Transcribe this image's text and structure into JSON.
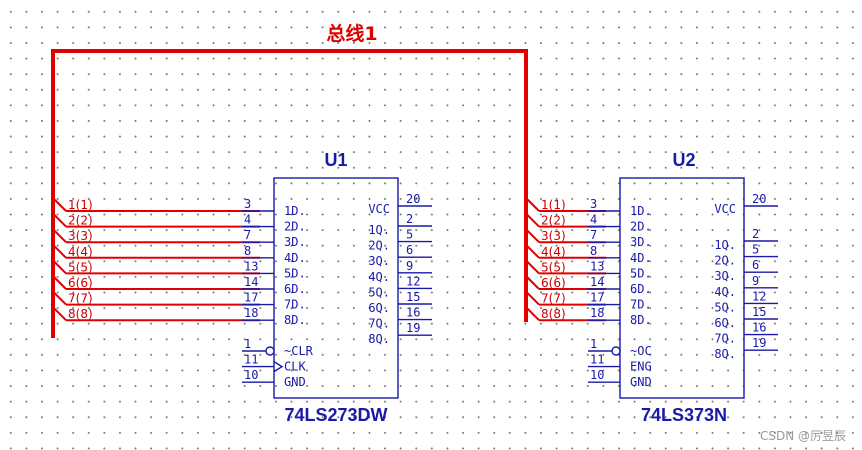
{
  "bus": {
    "title": "总线1",
    "color": "#e00000"
  },
  "wire_labels": [
    "1(1)",
    "2(2)",
    "3(3)",
    "4(4)",
    "5(5)",
    "6(6)",
    "7(7)",
    "8(8)"
  ],
  "chips": [
    {
      "ref": "U1",
      "part": "74LS273DW",
      "left_pins": [
        {
          "num": "3",
          "label": "1D"
        },
        {
          "num": "4",
          "label": "2D"
        },
        {
          "num": "7",
          "label": "3D"
        },
        {
          "num": "8",
          "label": "4D"
        },
        {
          "num": "13",
          "label": "5D"
        },
        {
          "num": "14",
          "label": "6D"
        },
        {
          "num": "17",
          "label": "7D"
        },
        {
          "num": "18",
          "label": "8D"
        }
      ],
      "control_pins": [
        {
          "num": "1",
          "label": "~CLR",
          "bubble": true
        },
        {
          "num": "11",
          "label": "CLK",
          "clock": true
        },
        {
          "num": "10",
          "label": "GND"
        }
      ],
      "right_pins": [
        {
          "num": "20",
          "label": "VCC"
        },
        {
          "num": "2",
          "label": "1Q"
        },
        {
          "num": "5",
          "label": "2Q"
        },
        {
          "num": "6",
          "label": "3Q"
        },
        {
          "num": "9",
          "label": "4Q"
        },
        {
          "num": "12",
          "label": "5Q"
        },
        {
          "num": "15",
          "label": "6Q"
        },
        {
          "num": "16",
          "label": "7Q"
        },
        {
          "num": "19",
          "label": "8Q"
        }
      ]
    },
    {
      "ref": "U2",
      "part": "74LS373N",
      "left_pins": [
        {
          "num": "3",
          "label": "1D"
        },
        {
          "num": "4",
          "label": "2D"
        },
        {
          "num": "7",
          "label": "3D"
        },
        {
          "num": "8",
          "label": "4D"
        },
        {
          "num": "13",
          "label": "5D"
        },
        {
          "num": "14",
          "label": "6D"
        },
        {
          "num": "17",
          "label": "7D"
        },
        {
          "num": "18",
          "label": "8D"
        }
      ],
      "control_pins": [
        {
          "num": "1",
          "label": "~OC",
          "bubble": true
        },
        {
          "num": "11",
          "label": "ENG"
        },
        {
          "num": "10",
          "label": "GND"
        }
      ],
      "right_pins": [
        {
          "num": "20",
          "label": "VCC"
        },
        {
          "num": "2",
          "label": "1Q"
        },
        {
          "num": "5",
          "label": "2Q"
        },
        {
          "num": "6",
          "label": "3Q"
        },
        {
          "num": "9",
          "label": "4Q"
        },
        {
          "num": "12",
          "label": "5Q"
        },
        {
          "num": "15",
          "label": "6Q"
        },
        {
          "num": "16",
          "label": "7Q"
        },
        {
          "num": "19",
          "label": "8Q"
        }
      ]
    }
  ],
  "watermark": "CSDN @厉昱辰"
}
